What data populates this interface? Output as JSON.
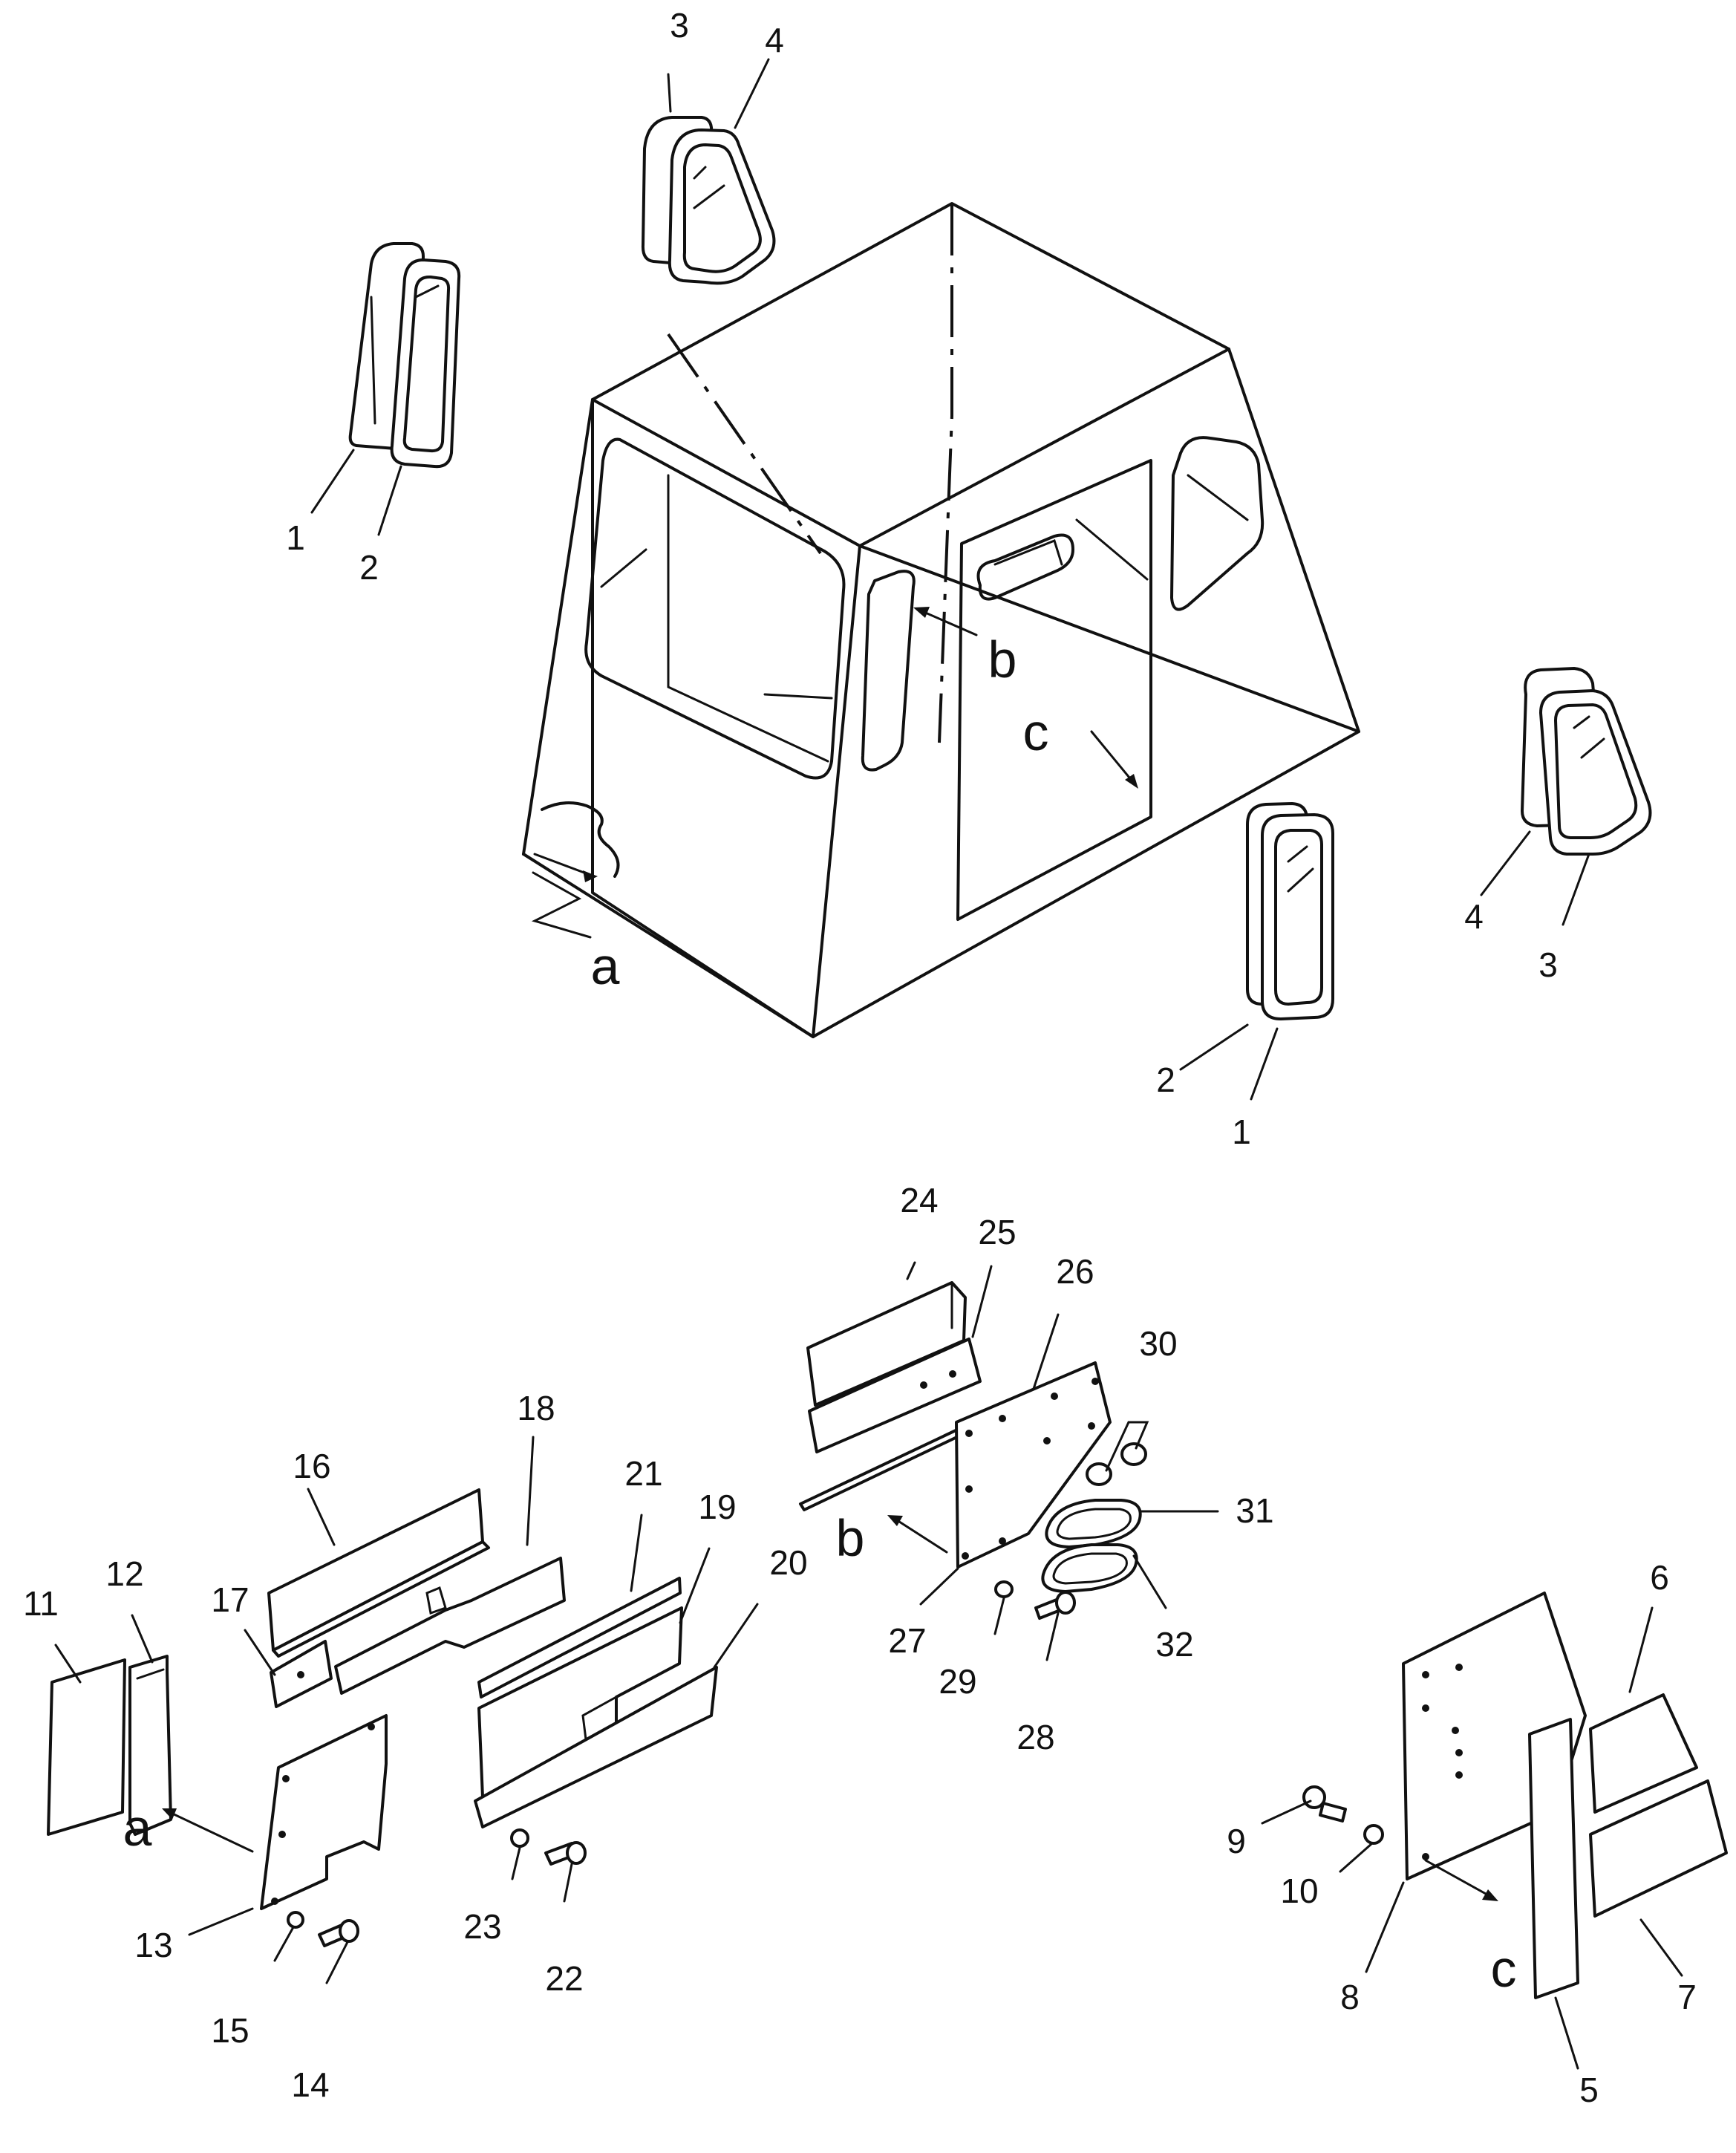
{
  "parts": [
    {
      "id": "p1a",
      "label": "1"
    },
    {
      "id": "p2a",
      "label": "2"
    },
    {
      "id": "p3a",
      "label": "3"
    },
    {
      "id": "p4a",
      "label": "4"
    },
    {
      "id": "p4b",
      "label": "4"
    },
    {
      "id": "p3b",
      "label": "3"
    },
    {
      "id": "p2b",
      "label": "2"
    },
    {
      "id": "p1b",
      "label": "1"
    },
    {
      "id": "p24",
      "label": "24"
    },
    {
      "id": "p25",
      "label": "25"
    },
    {
      "id": "p26",
      "label": "26"
    },
    {
      "id": "p30",
      "label": "30"
    },
    {
      "id": "p31",
      "label": "31"
    },
    {
      "id": "p32",
      "label": "32"
    },
    {
      "id": "p27",
      "label": "27"
    },
    {
      "id": "p29",
      "label": "29"
    },
    {
      "id": "p28",
      "label": "28"
    },
    {
      "id": "p16",
      "label": "16"
    },
    {
      "id": "p18",
      "label": "18"
    },
    {
      "id": "p21",
      "label": "21"
    },
    {
      "id": "p19",
      "label": "19"
    },
    {
      "id": "p20",
      "label": "20"
    },
    {
      "id": "p17",
      "label": "17"
    },
    {
      "id": "p12",
      "label": "12"
    },
    {
      "id": "p11",
      "label": "11"
    },
    {
      "id": "p13",
      "label": "13"
    },
    {
      "id": "p15",
      "label": "15"
    },
    {
      "id": "p14",
      "label": "14"
    },
    {
      "id": "p23",
      "label": "23"
    },
    {
      "id": "p22",
      "label": "22"
    },
    {
      "id": "p6",
      "label": "6"
    },
    {
      "id": "p9",
      "label": "9"
    },
    {
      "id": "p10",
      "label": "10"
    },
    {
      "id": "p8",
      "label": "8"
    },
    {
      "id": "p5",
      "label": "5"
    },
    {
      "id": "p7",
      "label": "7"
    }
  ],
  "view_refs": [
    {
      "id": "va-cab",
      "label": "a"
    },
    {
      "id": "vb-cab",
      "label": "b"
    },
    {
      "id": "vc-cab",
      "label": "c"
    },
    {
      "id": "va-det",
      "label": "a"
    },
    {
      "id": "vb-det",
      "label": "b"
    },
    {
      "id": "vc-det",
      "label": "c"
    }
  ]
}
